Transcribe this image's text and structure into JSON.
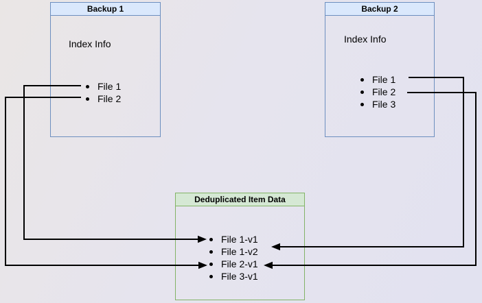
{
  "backup1": {
    "title": "Backup 1",
    "subtitle": "Index Info",
    "items": [
      "File 1",
      "File 2"
    ]
  },
  "backup2": {
    "title": "Backup 2",
    "subtitle": "Index Info",
    "items": [
      "File 1",
      "File 2",
      "File 3"
    ]
  },
  "dedup": {
    "title": "Deduplicated Item Data",
    "items": [
      "File 1-v1",
      "File 1-v2",
      "File 2-v1",
      "File 3-v1"
    ]
  },
  "connections": [
    {
      "from": "Backup 1 / File 1",
      "to": "Deduplicated Item Data / File 1-v1"
    },
    {
      "from": "Backup 1 / File 2",
      "to": "Deduplicated Item Data / File 2-v1"
    },
    {
      "from": "Backup 2 / File 1",
      "to": "Deduplicated Item Data / File 1-v2"
    },
    {
      "from": "Backup 2 / File 2",
      "to": "Deduplicated Item Data / File 2-v1"
    }
  ],
  "colors": {
    "blue_box_border": "#6c8ebf",
    "blue_box_header_fill": "#dae8fc",
    "green_box_border": "#82b366",
    "green_box_header_fill": "#d5e8d4",
    "connector_line": "#000000",
    "background": "#e6e4ee",
    "text": "#000000"
  }
}
